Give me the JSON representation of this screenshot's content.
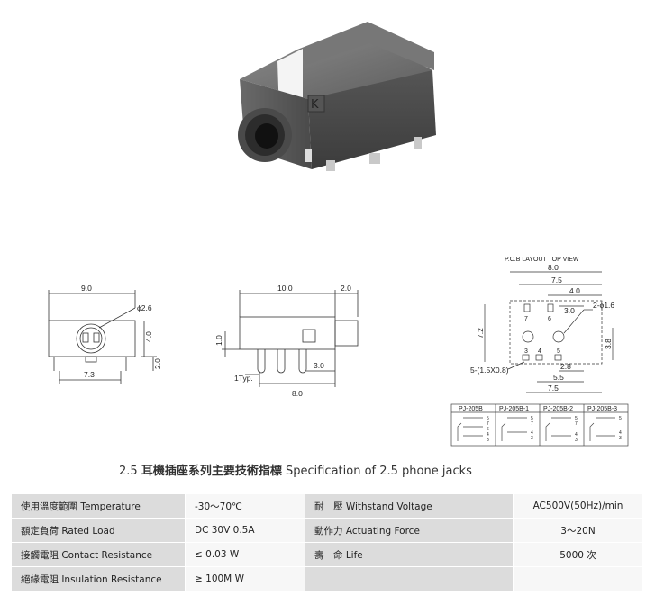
{
  "pcb_header": "P.C.B LAYOUT    TOP VIEW",
  "front_view": {
    "width": "9.0",
    "hole": "ϕ2.6",
    "height": "4.0",
    "pin_height": "2.0",
    "pin_span": "7.3"
  },
  "side_view": {
    "length": "10.0",
    "nose": "2.0",
    "left_h": "1.0",
    "typ": "1Typ.",
    "pin_gap": "3.0",
    "pin_span": "8.0"
  },
  "pcb_layout": {
    "d8": "8.0",
    "d75": "7.5",
    "d40": "4.0",
    "d30": "3.0",
    "hole": "2-ϕ1.6",
    "d72": "7.2",
    "d38": "3.8",
    "pad": "5-(1.5X0.8)",
    "d28": "2.8",
    "d55": "5.5",
    "d75b": "7.5",
    "pin7": "7",
    "pin6": "6",
    "pin3": "3",
    "pin4": "4",
    "pin5": "5"
  },
  "schematics": [
    "PJ-205B",
    "PJ-205B-1",
    "PJ-205B-2",
    "PJ-205B-3"
  ],
  "schematic_pins": {
    "s1": [
      "5",
      "7",
      "6",
      "4",
      "3"
    ],
    "s2": [
      "5",
      "7",
      "4",
      "3"
    ],
    "s3": [
      "5",
      "7",
      "4",
      "3"
    ],
    "s4": [
      "5",
      "4",
      "3"
    ]
  },
  "caption": {
    "number": "2.5",
    "cn": "耳機插座系列主要技術指標",
    "en": "Specification of 2.5 phone jacks"
  },
  "spec_rows": [
    {
      "l1": "使用溫度範圍 Temperature",
      "v1": "-30～70℃",
      "l2": "耐　壓 Withstand Voltage",
      "v2": "AC500V(50Hz)/min"
    },
    {
      "l1": "額定負荷  Rated Load",
      "v1": "DC  30V  0.5A",
      "l2": "動作力  Actuating Force",
      "v2": "3～20N"
    },
    {
      "l1": "接觸電阻  Contact Resistance",
      "v1": "≤ 0.03 W",
      "l2": "壽　命  Life",
      "v2": "5000 次"
    },
    {
      "l1": "絕緣電阻  Insulation Resistance",
      "v1": "≥ 100M W",
      "l2": "",
      "v2": ""
    }
  ]
}
